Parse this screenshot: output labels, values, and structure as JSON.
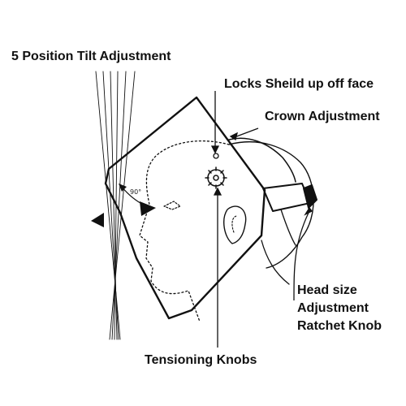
{
  "labels": {
    "tilt": "5 Position Tilt Adjustment",
    "locks": "Locks Sheild up off face",
    "crown": "Crown Adjustment",
    "headsize_1": "Head size",
    "headsize_2": "Adjustment",
    "headsize_3": "Ratchet Knob",
    "tensioning": "Tensioning Knobs",
    "angle": "90°"
  },
  "colors": {
    "ink": "#111111",
    "background": "#ffffff"
  }
}
